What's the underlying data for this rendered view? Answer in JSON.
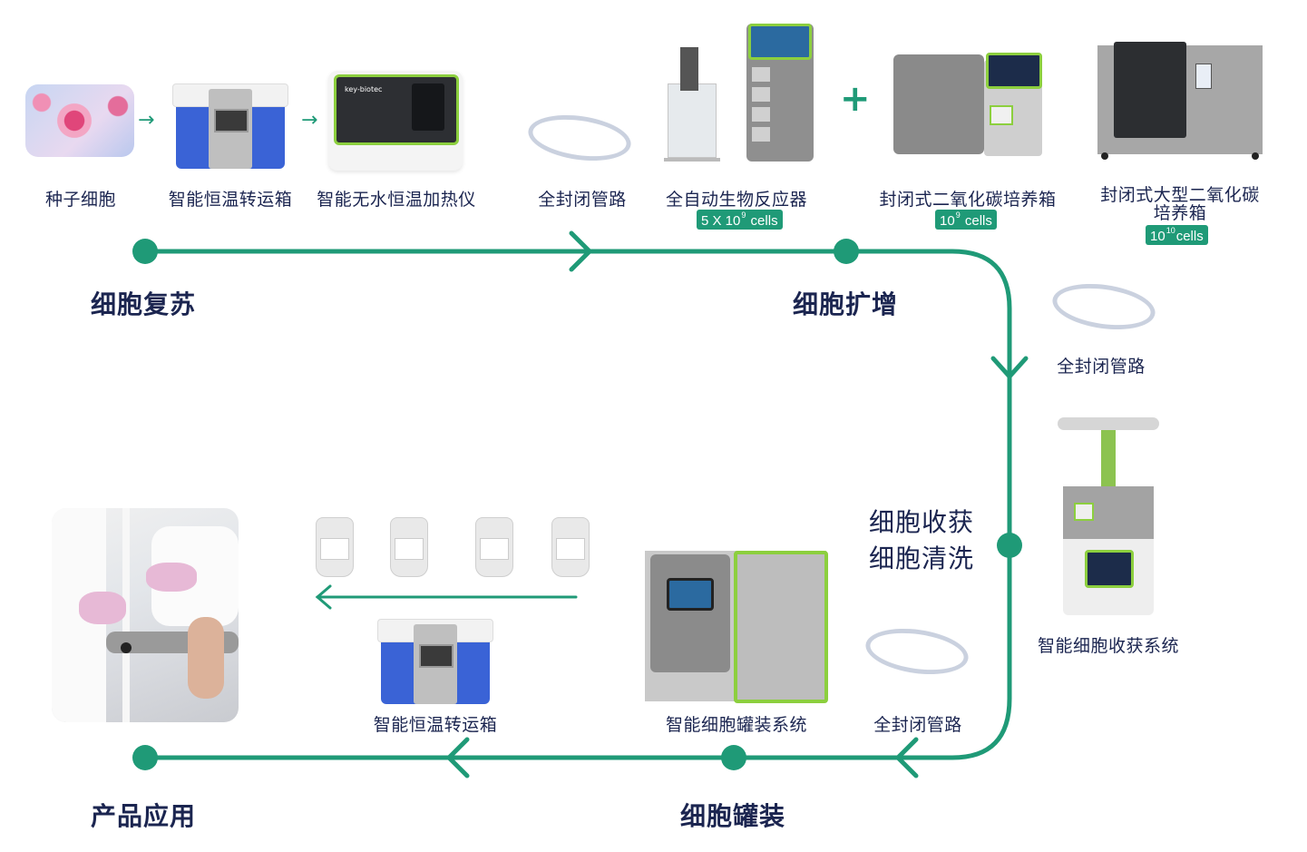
{
  "colors": {
    "flow_line": "#1f9a77",
    "text": "#1b2550",
    "badge_bg": "#1f9a77",
    "badge_text": "#ffffff",
    "device_accent": "#8ccf3e"
  },
  "stages": {
    "recovery": "细胞复苏",
    "expansion": "细胞扩增",
    "harvest": "细胞收获",
    "wash": "细胞清洗",
    "filling": "细胞罐装",
    "application": "产品应用"
  },
  "top_row": {
    "items": [
      {
        "label": "种子细胞",
        "icon": "seed-cells-image"
      },
      {
        "label": "智能恒温转运箱",
        "icon": "transport-box-image"
      },
      {
        "label": "智能无水恒温加热仪",
        "icon": "waterless-heater-image"
      },
      {
        "label": "全封闭管路",
        "icon": "closed-tubing-image"
      },
      {
        "label": "全自动生物反应器",
        "icon": "bioreactor-image",
        "badge": {
          "base": "5 X 10",
          "exp": "9",
          "unit": " cells"
        }
      },
      {
        "label": "封闭式二氧化碳培养箱",
        "icon": "co2-incubator-image",
        "badge": {
          "base": "10",
          "exp": "9",
          "unit": " cells"
        }
      },
      {
        "label_line1": "封闭式大型二氧化碳",
        "label_line2": "培养箱",
        "icon": "large-co2-incubator-image",
        "badge": {
          "base": "10",
          "exp": "10",
          "unit": "cells"
        }
      }
    ],
    "arrow_glyph": "→",
    "plus_glyph": "+"
  },
  "right_column": {
    "tubing_label": "全封闭管路",
    "harvester_label": "智能细胞收获系统"
  },
  "bottom_row": {
    "tubing_label": "全封闭管路",
    "filling_system_label": "智能细胞罐装系统",
    "transport_box_label": "智能恒温转运箱",
    "bag_count": 4
  },
  "brand": "key-biotec"
}
